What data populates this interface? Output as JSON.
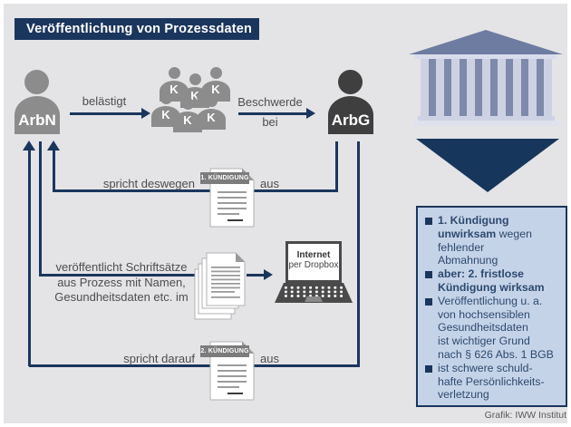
{
  "title": "Veröffentlichung von Prozessdaten",
  "actors": {
    "employee": "ArbN",
    "court": "ArbG",
    "colleague_letter": "K"
  },
  "flow": {
    "harasses": "belästigt",
    "complaint_line1": "Beschwerde",
    "complaint_line2": "bei",
    "issues_first": "spricht deswegen",
    "issues_first_suffix": "aus",
    "publishes": "veröffentlicht Schriftsätze\naus Prozess mit Namen,\nGesundheitsdaten etc. im",
    "issues_second": "spricht darauf",
    "issues_second_suffix": "aus"
  },
  "documents": {
    "first_label": "1. KÜNDIGUNG",
    "second_label": "2. KÜNDIGUNG"
  },
  "laptop": {
    "line1": "Internet",
    "line2": "per Dropbox"
  },
  "infobox": {
    "bullets": [
      {
        "segments": [
          {
            "t": "1. Kündigung\nunwirksam",
            "b": true
          },
          {
            "t": " wegen\nfehlender\nAbmahnung",
            "b": false
          }
        ]
      },
      {
        "segments": [
          {
            "t": "aber: 2. fristlose\nKündigung wirksam",
            "b": true
          }
        ]
      },
      {
        "segments": [
          {
            "t": "Veröffentlichung u. a.\nvon hochsensiblen\nGesundheitsdaten\nist wichtiger Grund\nnach § 626 Abs. 1 BGB",
            "b": false
          }
        ]
      },
      {
        "segments": [
          {
            "t": "ist schwere schuld-\nhafte Persönlichkeits-\nverletzung",
            "b": false
          }
        ]
      }
    ]
  },
  "credit": "Grafik: IWW Institut",
  "colors": {
    "navy": "#1b365d",
    "background": "#e4e4e6",
    "employee_gray": "#8c8c8c",
    "court_dark": "#3f3f3f",
    "infobox_bg": "#c5d3e8",
    "infobox_text": "#2c4a6e",
    "courthouse_main": "#6e7ca1",
    "courthouse_light": "#cdd2e3"
  }
}
